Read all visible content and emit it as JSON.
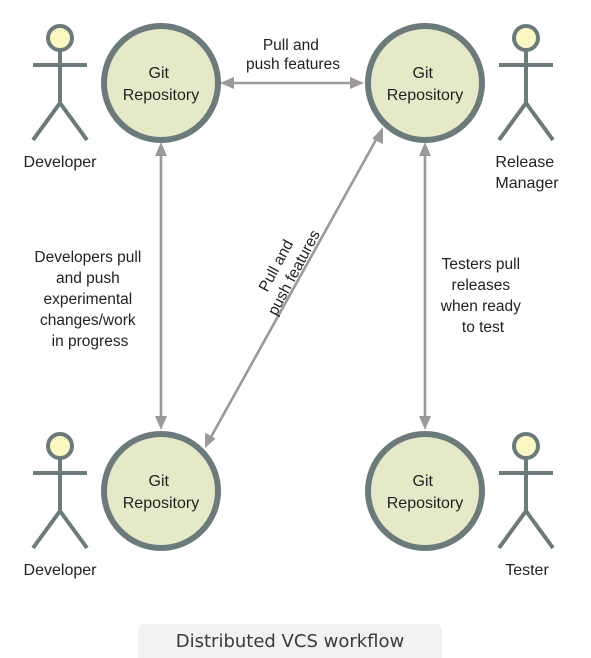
{
  "repositories": {
    "top_left": [
      "Git",
      "Repository"
    ],
    "top_right": [
      "Git",
      "Repository"
    ],
    "bottom_left": [
      "Git",
      "Repository"
    ],
    "bottom_right": [
      "Git",
      "Repository"
    ]
  },
  "actors": {
    "top_left": [
      "Developer"
    ],
    "top_right": [
      "Release",
      "Manager"
    ],
    "bottom_left": [
      "Developer"
    ],
    "bottom_right": [
      "Tester"
    ]
  },
  "edge_labels": {
    "top": [
      "Pull and",
      "push features"
    ],
    "diagonal": [
      "Pull and",
      "push features"
    ],
    "left": [
      "Developers pull",
      "and push",
      "experimental",
      "changes/work",
      "in progress"
    ],
    "right": [
      "Testers pull",
      "releases",
      "when ready",
      "to test"
    ]
  },
  "caption": "Distributed VCS workflow",
  "colors": {
    "repo_fill": "#e6e9c8",
    "repo_stroke": "#6b7b7c",
    "actor_head_fill": "#fbf7c0",
    "arrow": "#9a9a9a"
  }
}
